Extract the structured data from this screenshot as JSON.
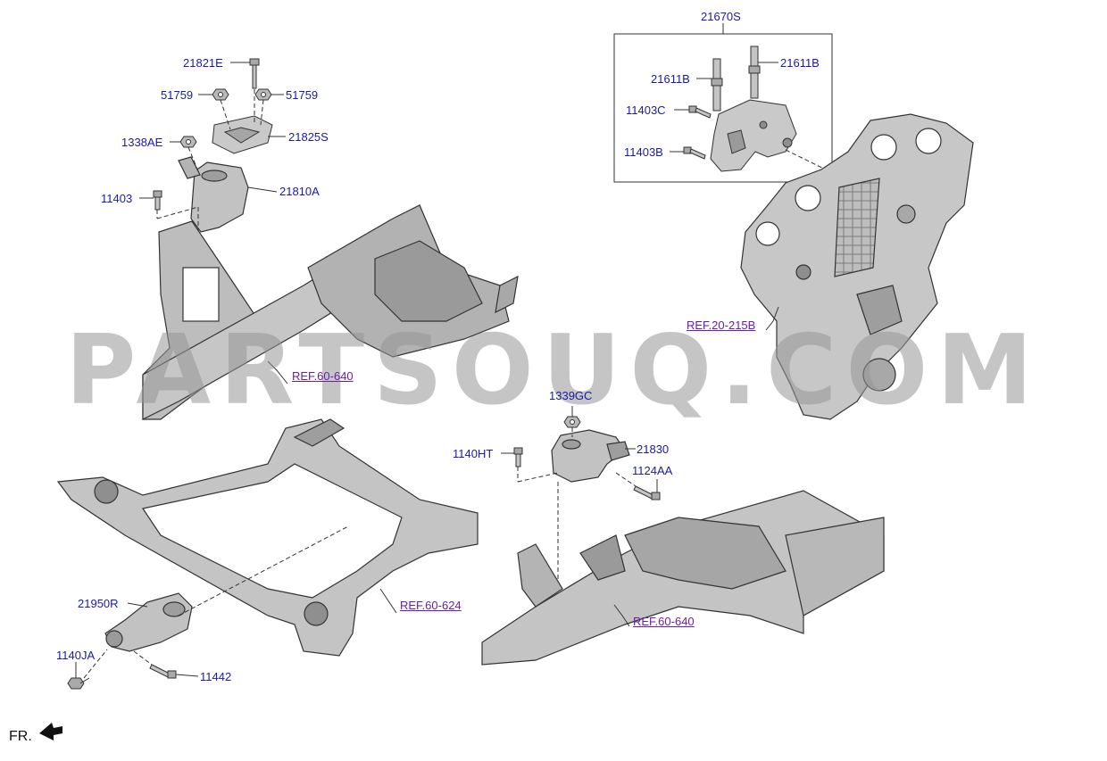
{
  "watermark": "PARTSOUQ.COM",
  "labels": {
    "p21670S": "21670S",
    "p21611B_left": "21611B",
    "p21611B_right": "21611B",
    "p11403C": "11403C",
    "p11403B": "11403B",
    "p21821E": "21821E",
    "p51759_left": "51759",
    "p51759_right": "51759",
    "p1338AE": "1338AE",
    "p21825S": "21825S",
    "p11403": "11403",
    "p21810A": "21810A",
    "p1339GC": "1339GC",
    "p1140HT": "1140HT",
    "p21830": "21830",
    "p1124AA": "1124AA",
    "p21950R": "21950R",
    "p1140JA": "1140JA",
    "p11442": "11442"
  },
  "refs": {
    "ref_20_215B": "REF.20-215B",
    "ref_60_640_top": "REF.60-640",
    "ref_60_624": "REF.60-624",
    "ref_60_640_bottom": "REF.60-640"
  },
  "front_marker": "FR.",
  "colors": {
    "part_fill": "#c9c9c9",
    "part_dark": "#8e8e8e",
    "outline": "#3a3a3a",
    "label": "#1a1aa6",
    "ref_link": "#6b1fa8"
  }
}
